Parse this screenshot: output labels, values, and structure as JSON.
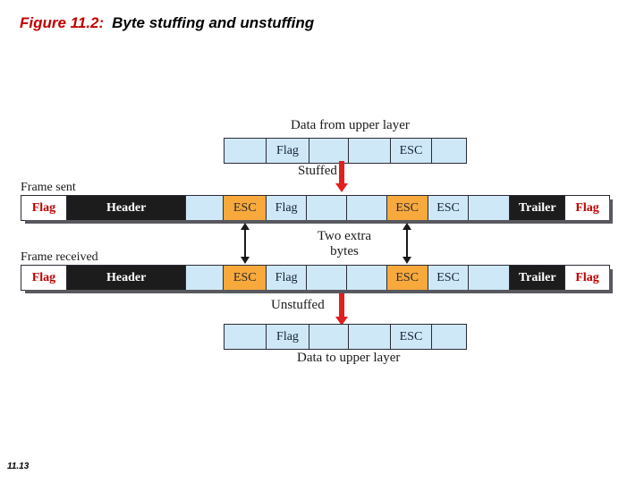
{
  "slide": {
    "figure_number": "Figure 11.2:",
    "figure_caption": "Byte stuffing and unstuffing",
    "page_number": "11.13",
    "accent_red": "#c00000",
    "cell_blue": "#cfe8f7",
    "cell_orange": "#f7a93c",
    "cell_black": "#1c1c1c",
    "arrow_red": "#e02020"
  },
  "labels": {
    "data_from_upper_layer": "Data from upper layer",
    "stuffed": "Stuffed",
    "frame_sent": "Frame sent",
    "two_extra_bytes_line1": "Two extra",
    "two_extra_bytes_line2": "bytes",
    "frame_received": "Frame received",
    "unstuffed": "Unstuffed",
    "data_to_upper_layer": "Data to upper layer"
  },
  "bars": {
    "upper_layer_data": {
      "name": "Data from upper layer",
      "cells": [
        {
          "text": "",
          "type": "blue"
        },
        {
          "text": "Flag",
          "type": "blue"
        },
        {
          "text": "",
          "type": "blue"
        },
        {
          "text": "",
          "type": "blue"
        },
        {
          "text": "ESC",
          "type": "blue"
        },
        {
          "text": "",
          "type": "blue"
        }
      ]
    },
    "frame_sent": {
      "name": "Frame sent",
      "cells": [
        {
          "text": "Flag",
          "type": "white"
        },
        {
          "text": "Header",
          "type": "black"
        },
        {
          "text": "",
          "type": "blue"
        },
        {
          "text": "ESC",
          "type": "orange"
        },
        {
          "text": "Flag",
          "type": "blue"
        },
        {
          "text": "",
          "type": "blue"
        },
        {
          "text": "",
          "type": "blue"
        },
        {
          "text": "ESC",
          "type": "orange"
        },
        {
          "text": "ESC",
          "type": "blue"
        },
        {
          "text": "",
          "type": "blue"
        },
        {
          "text": "Trailer",
          "type": "black"
        },
        {
          "text": "Flag",
          "type": "white"
        }
      ]
    },
    "frame_received": {
      "name": "Frame received",
      "cells": [
        {
          "text": "Flag",
          "type": "white"
        },
        {
          "text": "Header",
          "type": "black"
        },
        {
          "text": "",
          "type": "blue"
        },
        {
          "text": "ESC",
          "type": "orange"
        },
        {
          "text": "Flag",
          "type": "blue"
        },
        {
          "text": "",
          "type": "blue"
        },
        {
          "text": "",
          "type": "blue"
        },
        {
          "text": "ESC",
          "type": "orange"
        },
        {
          "text": "ESC",
          "type": "blue"
        },
        {
          "text": "",
          "type": "blue"
        },
        {
          "text": "Trailer",
          "type": "black"
        },
        {
          "text": "Flag",
          "type": "white"
        }
      ]
    },
    "to_upper_layer_data": {
      "name": "Data to upper layer",
      "cells": [
        {
          "text": "",
          "type": "blue"
        },
        {
          "text": "Flag",
          "type": "blue"
        },
        {
          "text": "",
          "type": "blue"
        },
        {
          "text": "",
          "type": "blue"
        },
        {
          "text": "ESC",
          "type": "blue"
        },
        {
          "text": "",
          "type": "blue"
        }
      ]
    }
  }
}
